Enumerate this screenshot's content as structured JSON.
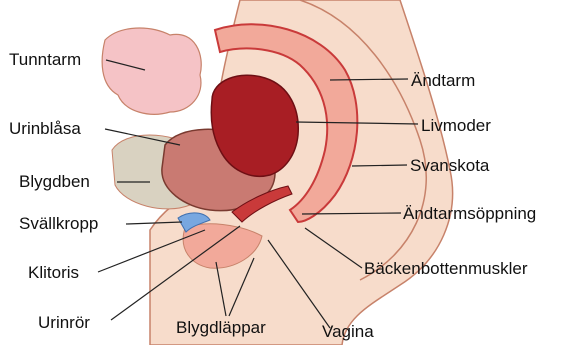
{
  "diagram": {
    "colors": {
      "skin": "#f7dccb",
      "skin_edge": "#c7826a",
      "bone": "#f2dfb4",
      "tissue_pink": "#f2a99a",
      "muscle_red": "#c93a3a",
      "deep_red": "#a81e24",
      "intestine": "#f5c3c6",
      "bladder": "#c97a72",
      "gray_bone": "#d9d2c1",
      "blue": "#78a7e0",
      "line": "#222222"
    },
    "labels": {
      "tunntarm": "Tunntarm",
      "urinblasa": "Urinblåsa",
      "blygdben": "Blygdben",
      "svallkropp": "Svällkropp",
      "klitoris": "Klitoris",
      "urinror": "Urinrör",
      "blygdlappar": "Blygdläppar",
      "vagina": "Vagina",
      "andtarm": "Ändtarm",
      "livmoder": "Livmoder",
      "svanskota": "Svanskota",
      "andtarmsoppning": "Ändtarmsöppning",
      "backenbottenmuskler": "Bäckenbottenmuskler"
    }
  }
}
